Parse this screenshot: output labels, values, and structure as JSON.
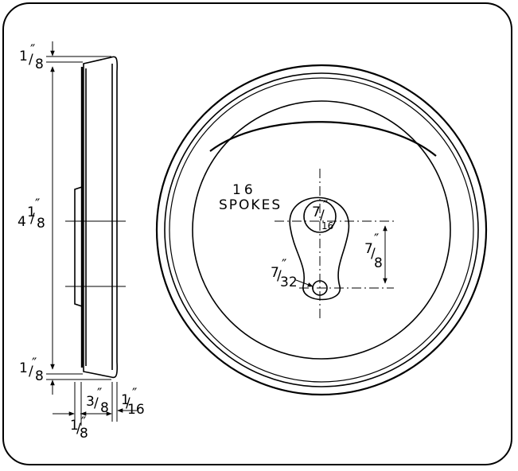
{
  "side_view": {
    "dim_top_flange": {
      "whole": "",
      "num": "1",
      "den": "8",
      "unit": "″"
    },
    "dim_height": {
      "whole": "4",
      "num": "1",
      "den": "8",
      "unit": "″"
    },
    "dim_bottom_flange": {
      "whole": "",
      "num": "1",
      "den": "8",
      "unit": "″"
    },
    "dim_depth": {
      "whole": "",
      "num": "3",
      "den": "8",
      "unit": "″"
    },
    "dim_rim": {
      "whole": "",
      "num": "1",
      "den": "16",
      "unit": "″"
    },
    "dim_hub": {
      "whole": "",
      "num": "1",
      "den": "8",
      "unit": "″"
    }
  },
  "front_view": {
    "spokes_count": "16",
    "spokes_label": "SPOKES",
    "dim_hub_hole": {
      "num": "7",
      "den": "16",
      "unit": "″"
    },
    "dim_arm_length": {
      "num": "7",
      "den": "8",
      "unit": "″"
    },
    "dim_pin_hole": {
      "num": "7",
      "den": "32",
      "unit": "″"
    }
  }
}
